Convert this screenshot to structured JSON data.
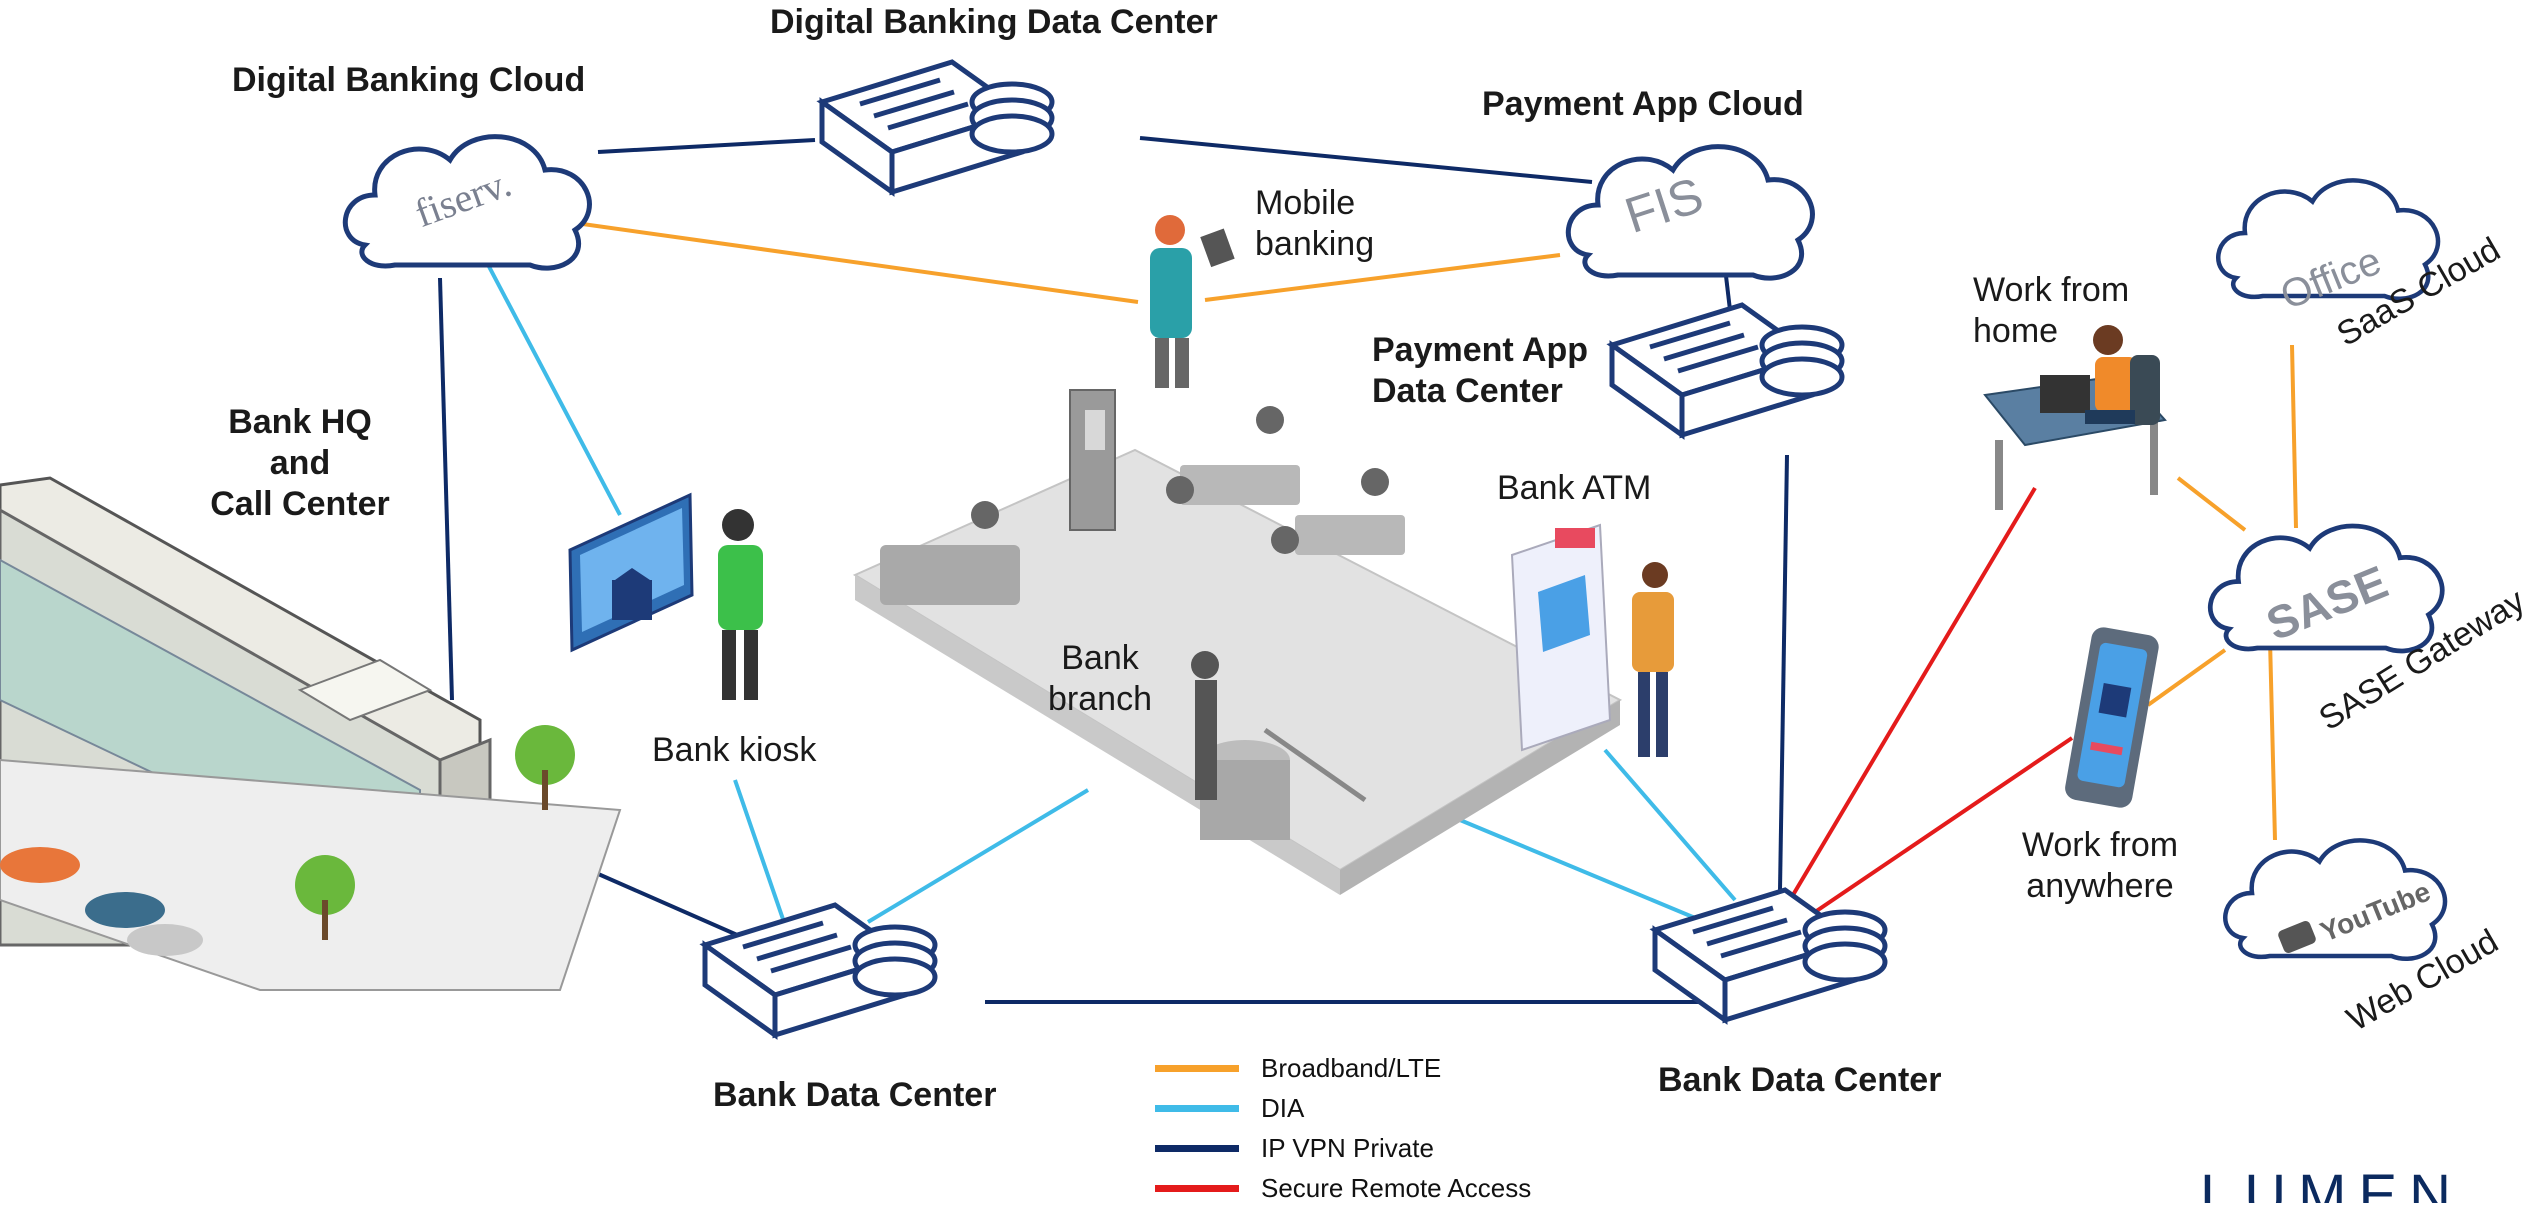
{
  "labels": {
    "digital_banking_data_center": "Digital Banking Data Center",
    "digital_banking_cloud": "Digital Banking Cloud",
    "payment_app_cloud": "Payment App Cloud",
    "mobile_banking_1": "Mobile",
    "mobile_banking_2": "banking",
    "payment_app_data_center_1": "Payment App",
    "payment_app_data_center_2": "Data Center",
    "bank_hq_1": "Bank HQ",
    "bank_hq_2": "and",
    "bank_hq_3": "Call Center",
    "bank_atm": "Bank ATM",
    "bank_branch_1": "Bank",
    "bank_branch_2": "branch",
    "bank_kiosk": "Bank kiosk",
    "bank_data_center_left": "Bank Data Center",
    "bank_data_center_right": "Bank Data Center",
    "work_from_home_1": "Work from",
    "work_from_home_2": "home",
    "work_from_anywhere_1": "Work from",
    "work_from_anywhere_2": "anywhere",
    "saas_cloud": "SaaS Cloud",
    "sase_gateway": "SASE Gateway",
    "web_cloud": "Web Cloud"
  },
  "cloud_logos": {
    "fiserv": "fiserv.",
    "fis": "FIS",
    "office": "Office",
    "sase": "SASE",
    "youtube": "YouTube"
  },
  "legend": [
    {
      "label": "Broadband/LTE",
      "color": "#f7a12b"
    },
    {
      "label": "DIA",
      "color": "#3fbbe8"
    },
    {
      "label": "IP VPN Private",
      "color": "#0e2a66"
    },
    {
      "label": "Secure Remote Access",
      "color": "#e41b1b"
    }
  ],
  "colors": {
    "broadband": "#f7a12b",
    "dia": "#3fbbe8",
    "vpn": "#0e2a66",
    "remote": "#e41b1b",
    "icon_stroke": "#1d3a78"
  },
  "brand": "LUMEN"
}
